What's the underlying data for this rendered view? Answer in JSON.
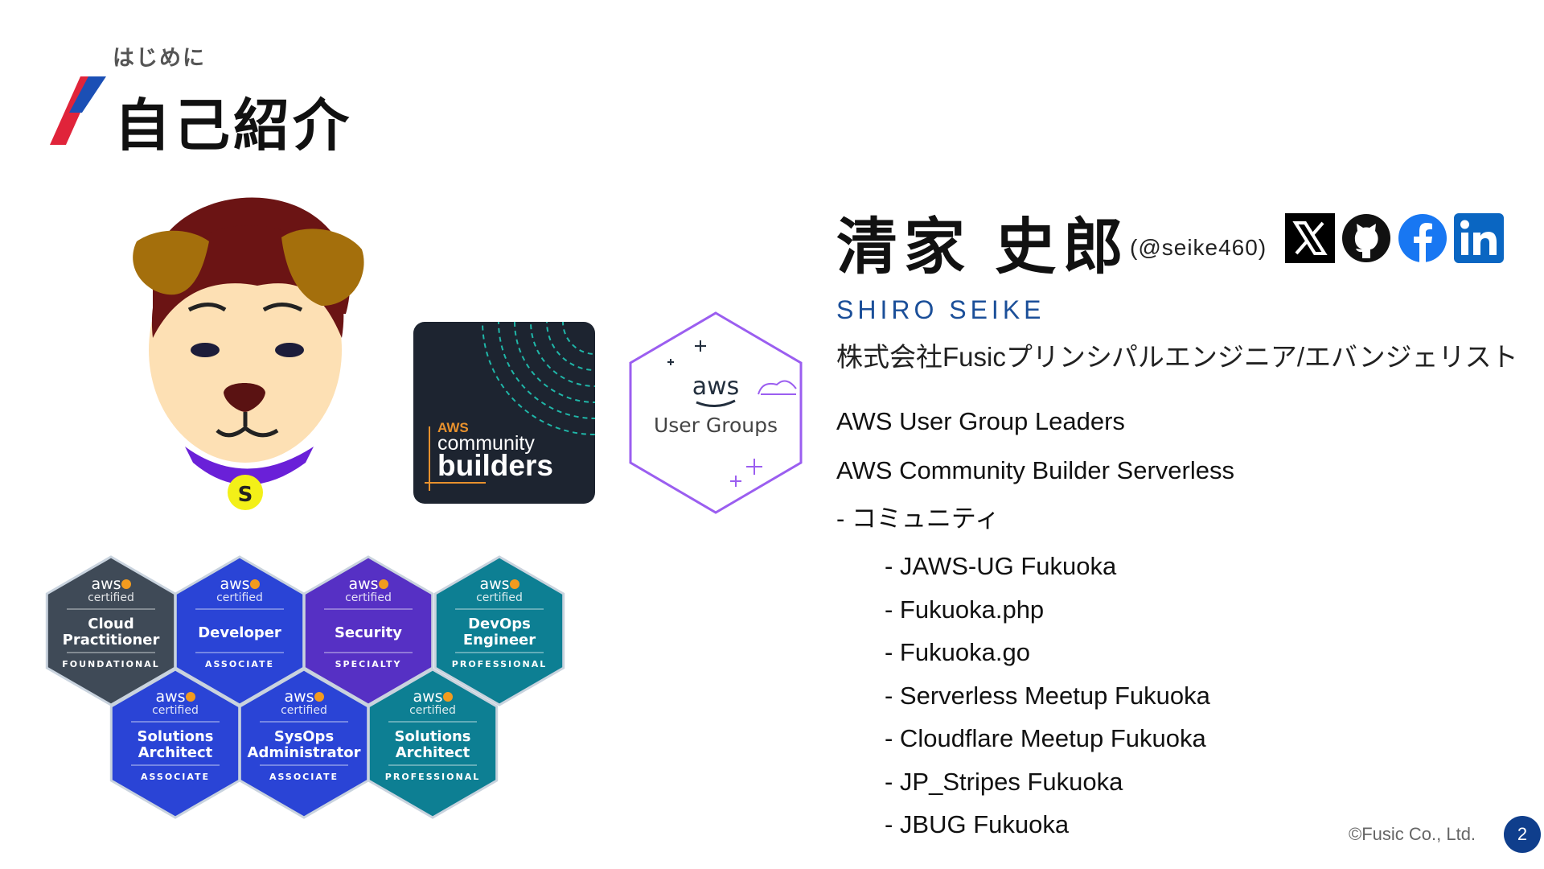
{
  "header": {
    "kicker": "はじめに",
    "title": "自己紹介"
  },
  "profile": {
    "name": "清家 史郎",
    "handle": "(@seike460)",
    "romaji": "SHIRO SEIKE",
    "role": "株式会社Fusicプリンシパルエンジニア/エバンジェリスト",
    "lines": [
      "AWS User Group Leaders",
      "AWS Community Builder Serverless",
      "- コミュニティ"
    ],
    "communities": [
      "- JAWS-UG Fukuoka",
      "- Fukuoka.php",
      "- Fukuoka.go",
      "- Serverless Meetup Fukuoka",
      "- Cloudflare Meetup Fukuoka",
      "- JP_Stripes Fukuoka",
      "- JBUG Fukuoka"
    ]
  },
  "social_icons": [
    "x-icon",
    "github-icon",
    "facebook-icon",
    "linkedin-icon"
  ],
  "community_builders_logo": {
    "aws": "AWS",
    "community": "community",
    "builders": "builders"
  },
  "user_groups_logo": {
    "aws": "aws",
    "label": "User Groups"
  },
  "avatar": {
    "collar_letter": "S"
  },
  "certifications": [
    {
      "brand": "aws",
      "sub": "certified",
      "name1": "Cloud",
      "name2": "Practitioner",
      "level": "FOUNDATIONAL",
      "color": "#3f4a57"
    },
    {
      "brand": "aws",
      "sub": "certified",
      "name1": "Developer",
      "name2": "",
      "level": "ASSOCIATE",
      "color": "#2a44d6"
    },
    {
      "brand": "aws",
      "sub": "certified",
      "name1": "Security",
      "name2": "",
      "level": "SPECIALTY",
      "color": "#5630c4"
    },
    {
      "brand": "aws",
      "sub": "certified",
      "name1": "DevOps",
      "name2": "Engineer",
      "level": "PROFESSIONAL",
      "color": "#0d7f93"
    },
    {
      "brand": "aws",
      "sub": "certified",
      "name1": "Solutions",
      "name2": "Architect",
      "level": "ASSOCIATE",
      "color": "#2a44d6"
    },
    {
      "brand": "aws",
      "sub": "certified",
      "name1": "SysOps",
      "name2": "Administrator",
      "level": "ASSOCIATE",
      "color": "#2a44d6"
    },
    {
      "brand": "aws",
      "sub": "certified",
      "name1": "Solutions",
      "name2": "Architect",
      "level": "PROFESSIONAL",
      "color": "#0d7f93"
    }
  ],
  "footer": {
    "copyright": "©Fusic Co., Ltd.",
    "page": "2"
  },
  "colors": {
    "accent_blue": "#1b4f99",
    "accent_red": "#e0243a",
    "page_badge": "#0f3e8c"
  }
}
